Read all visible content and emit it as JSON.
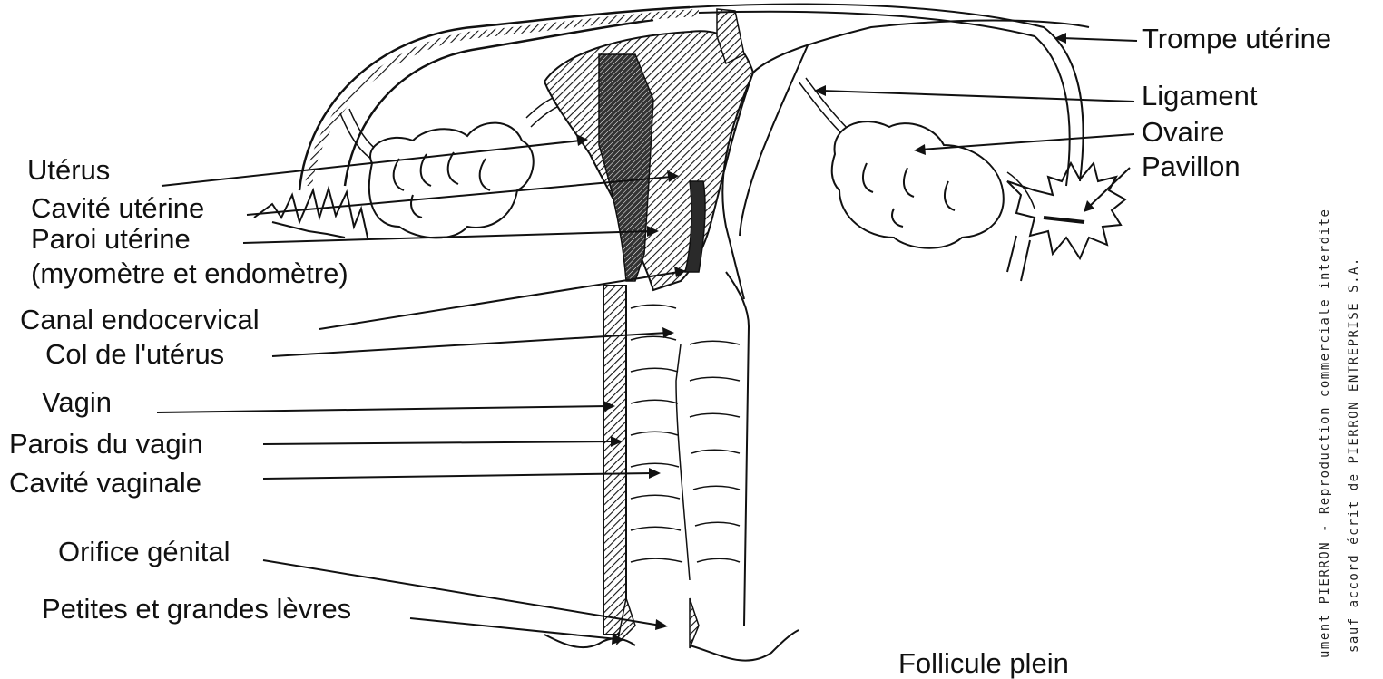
{
  "labels": {
    "uterus": "Utérus",
    "cavite_uterine": "Cavité utérine",
    "paroi_uterine": "Paroi utérine",
    "paroi_uterine_detail": "(myomètre et endomètre)",
    "canal_endocervical": "Canal endocervical",
    "col": "Col de l'utérus",
    "vagin": "Vagin",
    "parois_vagin": "Parois du vagin",
    "cavite_vaginale": "Cavité vaginale",
    "orifice_genital": "Orifice génital",
    "levres": "Petites et grandes lèvres",
    "trompe": "Trompe utérine",
    "ligament": "Ligament",
    "ovaire": "Ovaire",
    "pavillon": "Pavillon",
    "follicule": "Follicule plein"
  },
  "copyright": {
    "line1": "ument PIERRON - Reproduction commerciale interdite",
    "line2": "sauf accord écrit de PIERRON ENTREPRISE S.A."
  },
  "colors": {
    "ink": "#111111",
    "paper": "#ffffff"
  }
}
